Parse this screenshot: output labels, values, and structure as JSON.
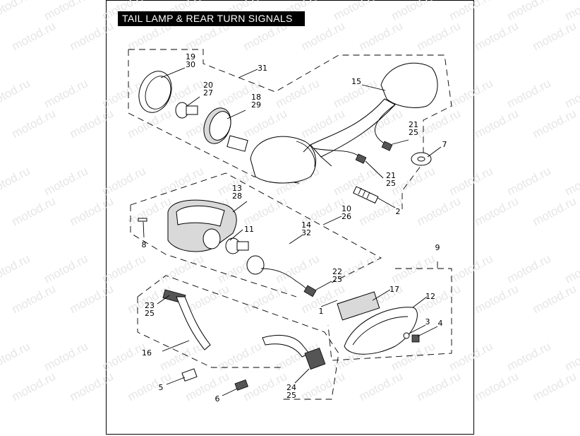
{
  "title": "TAIL LAMP & REAR TURN SIGNALS",
  "watermark": "motod.ru",
  "callouts": {
    "c19_30": [
      "19",
      "30"
    ],
    "c20_27": [
      "20",
      "27"
    ],
    "c18_29": [
      "18",
      "29"
    ],
    "c31": [
      "31"
    ],
    "c15": [
      "15"
    ],
    "c21_25a": [
      "21",
      "25"
    ],
    "c7": [
      "7"
    ],
    "c21_25b": [
      "21",
      "25"
    ],
    "c2": [
      "2"
    ],
    "c13_28": [
      "13",
      "28"
    ],
    "c10_26": [
      "10",
      "26"
    ],
    "c11": [
      "11"
    ],
    "c14_32": [
      "14",
      "32"
    ],
    "c8": [
      "8"
    ],
    "c9": [
      "9"
    ],
    "c22_25": [
      "22",
      "25"
    ],
    "c17": [
      "17"
    ],
    "c12": [
      "12"
    ],
    "c1": [
      "1"
    ],
    "c23_25": [
      "23",
      "25"
    ],
    "c3": [
      "3"
    ],
    "c4": [
      "4"
    ],
    "c16": [
      "16"
    ],
    "c5": [
      "5"
    ],
    "c6": [
      "6"
    ],
    "c24_25": [
      "24",
      "25"
    ]
  }
}
